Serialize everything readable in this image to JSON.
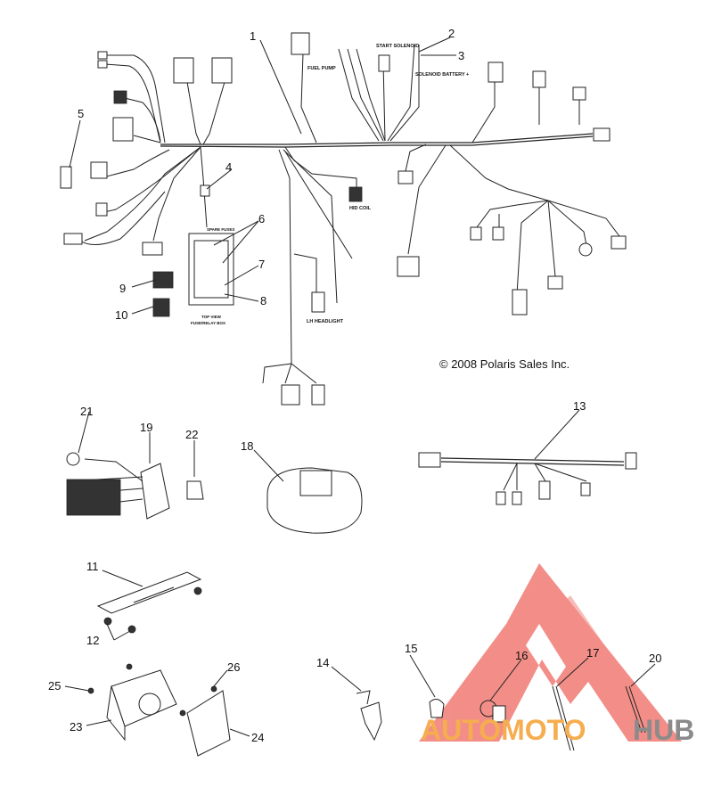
{
  "copyright": "© 2008 Polaris Sales Inc.",
  "callouts": [
    "1",
    "2",
    "3",
    "4",
    "5",
    "6",
    "7",
    "8",
    "9",
    "10",
    "11",
    "12",
    "13",
    "14",
    "15",
    "16",
    "17",
    "18",
    "19",
    "20",
    "21",
    "22",
    "23",
    "24",
    "25",
    "26"
  ],
  "harness_labels": {
    "start_solenoid": "START SOLENOID",
    "fuel_pump": "FUEL PUMP",
    "solenoid_battery": "SOLENOID BATTERY +",
    "hid_coil": "HID COIL",
    "lh_headlight": "LH HEADLIGHT",
    "spare_fuses": "SPARE FUSES",
    "top_view": "TOP VIEW",
    "fuse_relay_box": "FUSE/RELAY BOX"
  },
  "watermark": {
    "brand_left": "AUTOMOTO",
    "brand_right": "HUB",
    "color_red": "#f07b73",
    "color_orange": "#f6ad4f",
    "color_gray": "#8b8b8b"
  }
}
